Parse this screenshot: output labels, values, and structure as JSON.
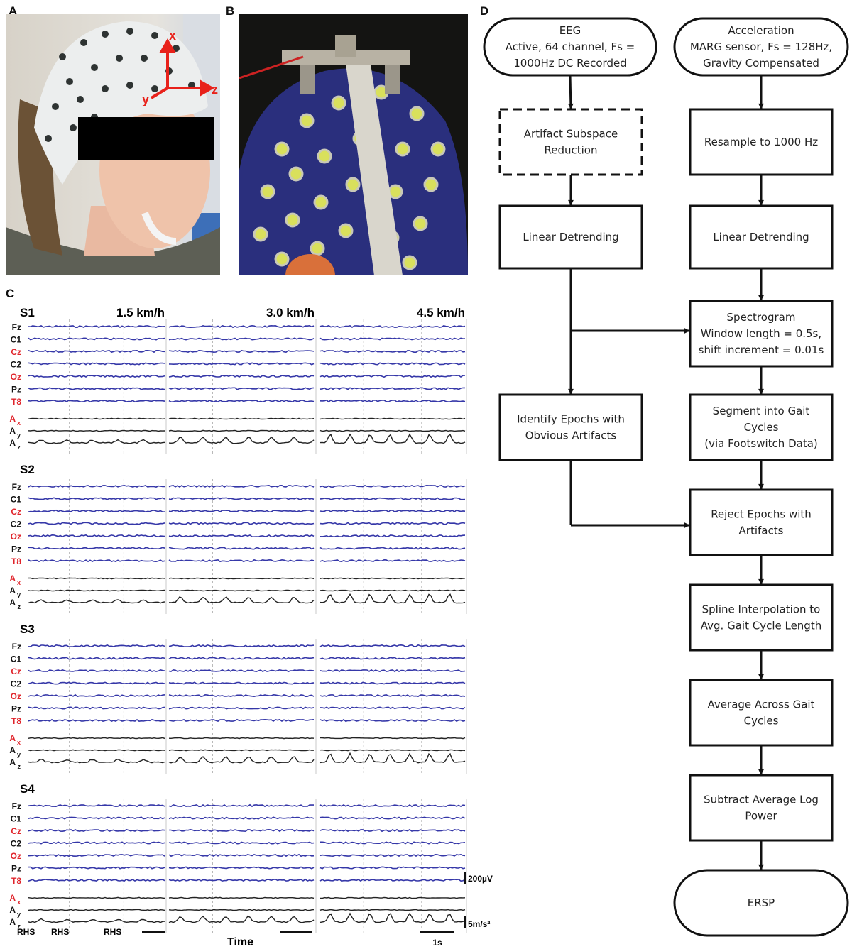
{
  "panels": {
    "a": "A",
    "b": "B",
    "c": "C",
    "d": "D"
  },
  "photo_a": {
    "axis_labels": [
      "x",
      "y",
      "z"
    ],
    "axis_color": "#e8211a"
  },
  "eeg": {
    "speeds": [
      "1.5 km/h",
      "3.0 km/h",
      "4.5 km/h"
    ],
    "subjects": [
      "S1",
      "S2",
      "S3",
      "S4"
    ],
    "channels": [
      {
        "label": "Fz",
        "color": "#111111"
      },
      {
        "label": "C1",
        "color": "#111111"
      },
      {
        "label": "Cz",
        "color": "#e0242b"
      },
      {
        "label": "C2",
        "color": "#111111"
      },
      {
        "label": "Oz",
        "color": "#e0242b"
      },
      {
        "label": "Pz",
        "color": "#111111"
      },
      {
        "label": "T8",
        "color": "#e0242b"
      }
    ],
    "accel_channels": [
      {
        "label": "A",
        "sub": "x",
        "color": "#e0242b"
      },
      {
        "label": "A",
        "sub": "y",
        "color": "#111111"
      },
      {
        "label": "A",
        "sub": "z",
        "color": "#111111"
      }
    ],
    "eeg_trace_color": "#3537a8",
    "scale_voltage": "200µV",
    "scale_accel": "5m/s²",
    "rhs_labels": [
      "RHS",
      "RHS",
      "RHS"
    ],
    "time_label": "Time",
    "time_scale": "1s"
  },
  "flowchart": {
    "nodes": [
      {
        "id": "eeg",
        "lines": [
          "EEG",
          "Active, 64 channel, Fs =",
          "1000Hz DC Recorded"
        ],
        "shape": "terminal"
      },
      {
        "id": "accel",
        "lines": [
          "Acceleration",
          "MARG sensor, Fs = 128Hz,",
          "Gravity Compensated"
        ],
        "shape": "terminal"
      },
      {
        "id": "asr",
        "lines": [
          "Artifact Subspace",
          "Reduction"
        ],
        "shape": "dashed"
      },
      {
        "id": "resample",
        "lines": [
          "Resample to 1000 Hz"
        ],
        "shape": "box"
      },
      {
        "id": "detrend-left",
        "lines": [
          "Linear Detrending"
        ],
        "shape": "box"
      },
      {
        "id": "detrend-right",
        "lines": [
          "Linear Detrending"
        ],
        "shape": "box"
      },
      {
        "id": "spectrogram",
        "lines": [
          "Spectrogram",
          "Window length = 0.5s,",
          "shift increment = 0.01s"
        ],
        "shape": "box"
      },
      {
        "id": "identify",
        "lines": [
          "Identify Epochs with",
          "Obvious Artifacts"
        ],
        "shape": "box"
      },
      {
        "id": "segment",
        "lines": [
          "Segment into Gait",
          "Cycles",
          "(via Footswitch Data)"
        ],
        "shape": "box"
      },
      {
        "id": "reject",
        "lines": [
          "Reject Epochs with",
          "Artifacts"
        ],
        "shape": "box"
      },
      {
        "id": "spline",
        "lines": [
          "Spline Interpolation to",
          "Avg. Gait Cycle Length"
        ],
        "shape": "box"
      },
      {
        "id": "average",
        "lines": [
          "Average Across Gait",
          "Cycles"
        ],
        "shape": "box"
      },
      {
        "id": "subtract",
        "lines": [
          "Subtract Average Log",
          "Power"
        ],
        "shape": "box"
      },
      {
        "id": "ersp",
        "lines": [
          "ERSP"
        ],
        "shape": "terminal"
      }
    ]
  }
}
